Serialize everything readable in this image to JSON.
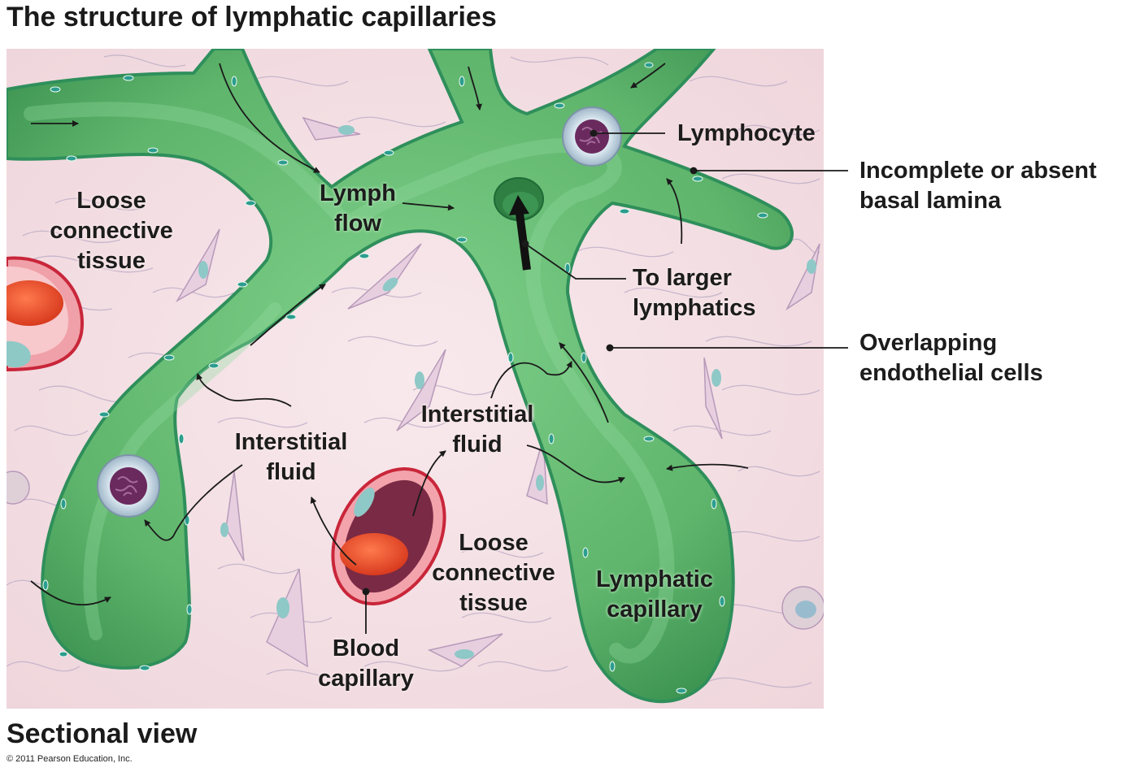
{
  "title": "The structure of lymphatic capillaries",
  "subtitle": "Sectional view",
  "copyright": "© 2011 Pearson Education, Inc.",
  "labels": {
    "lymphocyte": "Lymphocyte",
    "basal_lamina": [
      "Incomplete or absent",
      "basal lamina"
    ],
    "overlapping_cells": [
      "Overlapping",
      "endothelial cells"
    ],
    "to_larger": [
      "To larger",
      "lymphatics"
    ],
    "lymph_flow": [
      "Lymph",
      "flow"
    ],
    "loose_tissue_left": [
      "Loose",
      "connective",
      "tissue"
    ],
    "loose_tissue_center": [
      "Loose",
      "connective",
      "tissue"
    ],
    "interstitial_left": [
      "Interstitial",
      "fluid"
    ],
    "interstitial_center": [
      "Interstitial",
      "fluid"
    ],
    "blood_capillary": [
      "Blood",
      "capillary"
    ],
    "lymphatic_capillary": [
      "Lymphatic",
      "capillary"
    ]
  },
  "colors": {
    "tissue": "#f3dfe3",
    "lymph_vessel": "#6cbf77",
    "lymph_vessel_dark": "#3f9a54",
    "endothelium": "#9ed7c2",
    "nucleus": "#2f9c8c",
    "blood_vessel": "#c9263a",
    "red_blood_cell": "#e8482a",
    "lymphocyte_nucleus": "#6a2a5e"
  }
}
